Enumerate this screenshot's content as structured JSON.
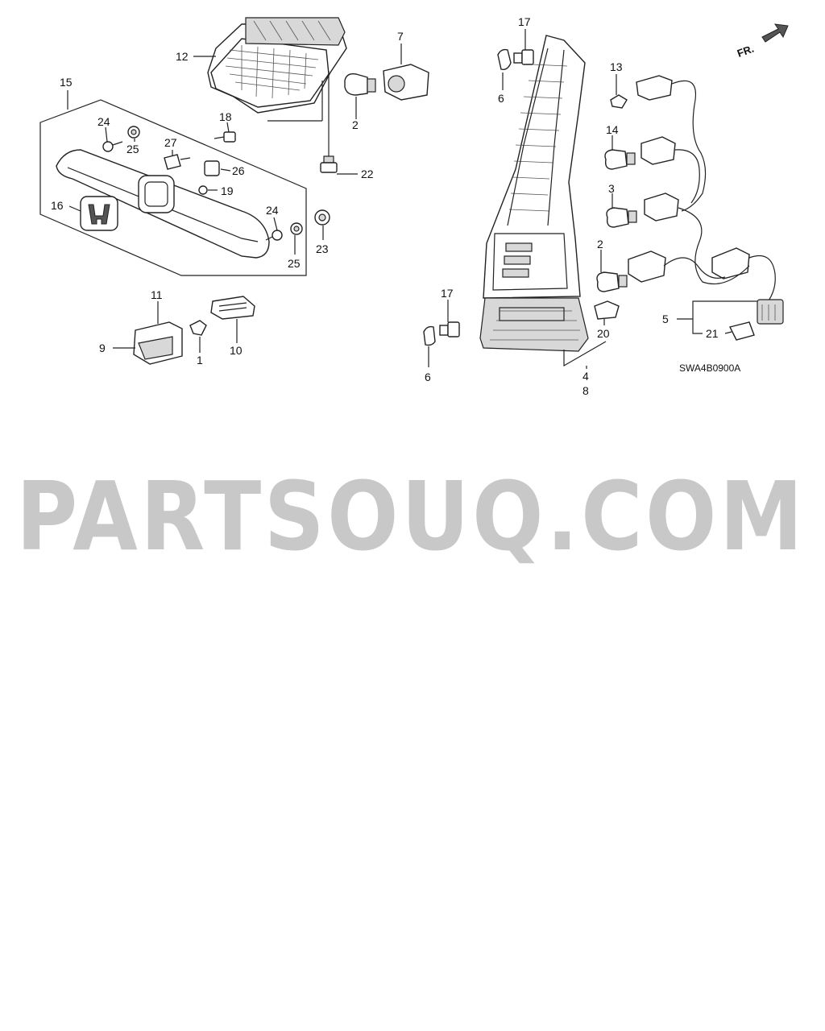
{
  "diagram": {
    "callouts": {
      "c1": "1",
      "c2a": "2",
      "c2b": "2",
      "c3": "3",
      "c4": "4",
      "c5": "5",
      "c6a": "6",
      "c6b": "6",
      "c7": "7",
      "c8": "8",
      "c9": "9",
      "c10": "10",
      "c11": "11",
      "c12": "12",
      "c13": "13",
      "c14": "14",
      "c15": "15",
      "c16": "16",
      "c17a": "17",
      "c17b": "17",
      "c18": "18",
      "c19": "19",
      "c20": "20",
      "c21": "21",
      "c22": "22",
      "c23": "23",
      "c24a": "24",
      "c24b": "24",
      "c25a": "25",
      "c25b": "25",
      "c26": "26",
      "c27": "27"
    },
    "direction_label": "FR.",
    "drawing_code": "SWA4B0900A"
  },
  "watermark": "PARTSOUQ.COM"
}
